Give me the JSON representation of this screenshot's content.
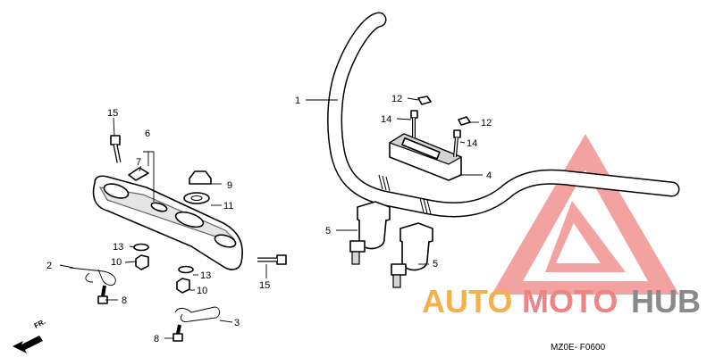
{
  "diagram": {
    "code": "MZ0E- F0600",
    "direction_label": "FR.",
    "callouts": {
      "c1": "1",
      "c2": "2",
      "c3": "3",
      "c4": "4",
      "c5a": "5",
      "c5b": "5",
      "c6": "6",
      "c7": "7",
      "c8a": "8",
      "c8b": "8",
      "c9": "9",
      "c10a": "10",
      "c10b": "10",
      "c11": "11",
      "c12a": "12",
      "c12b": "12",
      "c13a": "13",
      "c13b": "13",
      "c14a": "14",
      "c14b": "14",
      "c15a": "15",
      "c15b": "15"
    }
  },
  "watermark": {
    "text_part1": "AUTO",
    "text_part2": "MOTO",
    "text_part3": "HUB",
    "colors": {
      "orange": "#f5b04a",
      "red": "#f08484",
      "gray": "#8a8a8a"
    }
  }
}
